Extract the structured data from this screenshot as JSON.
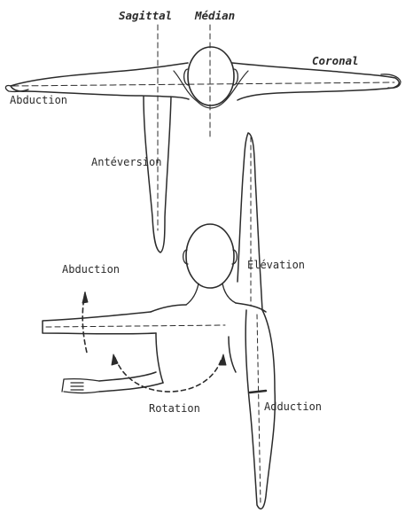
{
  "planes": {
    "sagittal": "Sagittal",
    "median": "Médian",
    "coronal": "Coronal"
  },
  "movements": {
    "abduction_top": "Abduction",
    "anteversion": "Antéversion",
    "abduction_side": "Abduction",
    "elevation": "Élévation",
    "rotation": "Rotation",
    "adduction": "Adduction"
  },
  "colors": {
    "line": "#2b2b2b",
    "background": "#ffffff"
  }
}
